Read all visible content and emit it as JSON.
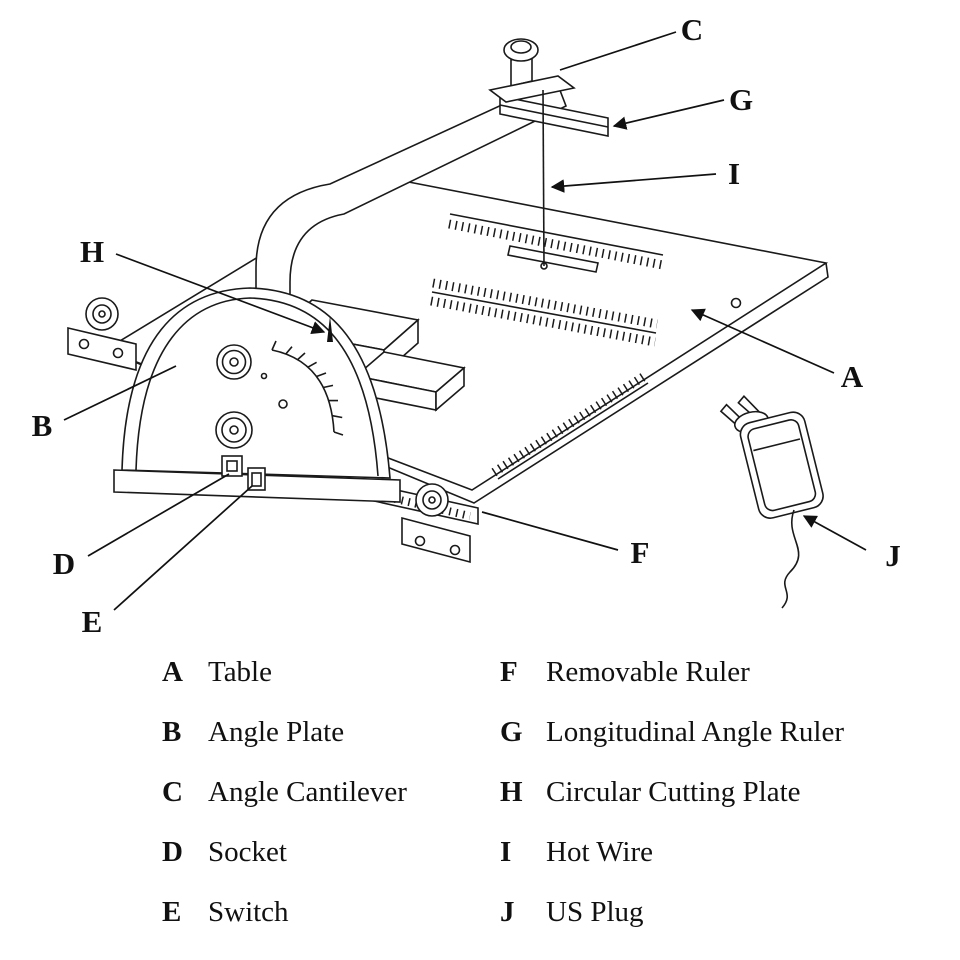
{
  "colors": {
    "ink": "#1a1a1a",
    "background": "#ffffff"
  },
  "callouts": {
    "A": "A",
    "B": "B",
    "C": "C",
    "D": "D",
    "E": "E",
    "F": "F",
    "G": "G",
    "H": "H",
    "I": "I",
    "J": "J"
  },
  "legend": {
    "left": [
      {
        "key": "A",
        "label": "Table"
      },
      {
        "key": "B",
        "label": "Angle Plate"
      },
      {
        "key": "C",
        "label": "Angle Cantilever"
      },
      {
        "key": "D",
        "label": "Socket"
      },
      {
        "key": "E",
        "label": "Switch"
      }
    ],
    "right": [
      {
        "key": "F",
        "label": "Removable Ruler"
      },
      {
        "key": "G",
        "label": "Longitudinal Angle Ruler"
      },
      {
        "key": "H",
        "label": "Circular Cutting Plate"
      },
      {
        "key": "I",
        "label": "Hot Wire"
      },
      {
        "key": "J",
        "label": "US Plug"
      }
    ]
  }
}
